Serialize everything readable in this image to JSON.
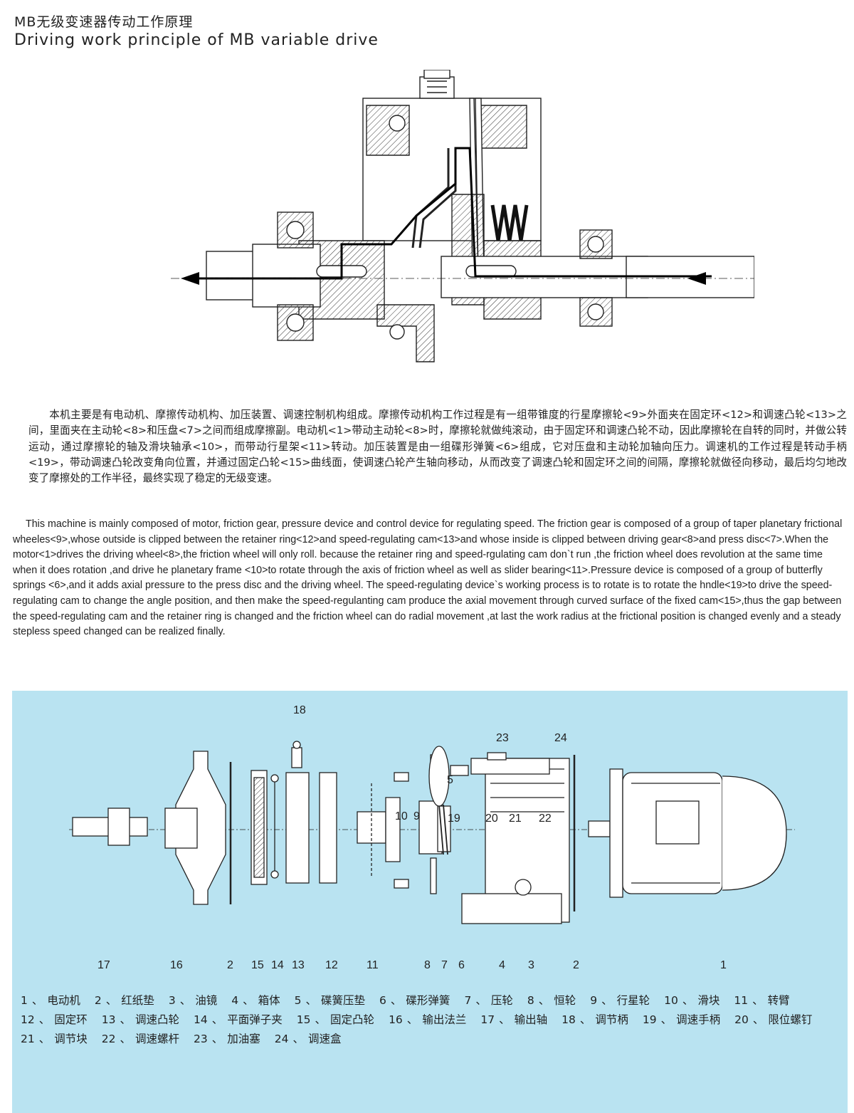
{
  "header": {
    "title_cn": "MB无级变速器传动工作原理",
    "title_en": "Driving work principle of MB variable drive"
  },
  "paragraph_cn": "本机主要是有电动机、摩擦传动机构、加压装置、调速控制机构组成。摩擦传动机构工作过程是有一组带锥度的行星摩擦轮<9>外面夹在固定环<12>和调速凸轮<13>之间，里面夹在主动轮<8>和压盘<7>之间而组成摩擦副。电动机<1>带动主动轮<8>时，摩擦轮就做纯滚动，由于固定环和调速凸轮不动，因此摩擦轮在自转的同时，并做公转运动，通过摩擦轮的轴及滑块轴承<10>，而带动行星架<11>转动。加压装置是由一组碟形弹簧<6>组成，它对压盘和主动轮加轴向压力。调速机的工作过程是转动手柄<19>，带动调速凸轮改变角向位置，并通过固定凸轮<15>曲线面，使调速凸轮产生轴向移动，从而改变了调速凸轮和固定环之间的间隔，摩擦轮就做径向移动，最后均匀地改变了摩擦处的工作半径，最终实现了稳定的无级变速。",
  "paragraph_en": "This machine is mainly composed of motor, friction gear, pressure device and control device for regulating speed. The friction gear is composed of a group of taper planetary frictional wheeles<9>,whose outside is clipped between the retainer ring<12>and speed-regulating cam<13>and whose inside is clipped between driving gear<8>and press disc<7>.When the motor<1>drives the driving wheel<8>,the friction wheel will only roll. because the retainer ring and speed-rgulating cam don`t run ,the friction wheel does revolution at the same time when it does rotation ,and drive he planetary frame <10>to rotate through the axis of friction wheel as well as slider bearing<11>.Pressure device is composed of a group of butterfly springs <6>,and it adds axial pressure to the press disc and the driving wheel. The speed-regulating device`s working process is to rotate is to rotate the hndle<19>to drive the speed-regulating cam to change the angle position, and then make the speed-regulanting cam produce the axial movement through curved surface of the fixed cam<15>,thus the gap between the speed-regulating cam and the retainer ring is changed and the friction wheel can do radial movement ,at last the work radius at the frictional position is changed evenly and a steady stepless speed changed can be realized finally.",
  "diagram_labels": [
    "17",
    "16",
    "2",
    "15",
    "14",
    "13",
    "12",
    "11",
    "8",
    "7",
    "6",
    "4",
    "3",
    "2",
    "1",
    "18",
    "10",
    "9",
    "5",
    "19",
    "20",
    "21",
    "22",
    "23",
    "24"
  ],
  "legend": [
    {
      "num": "1",
      "name": "电动机"
    },
    {
      "num": "2",
      "name": "红纸垫"
    },
    {
      "num": "3",
      "name": "油镜"
    },
    {
      "num": "4",
      "name": "箱体"
    },
    {
      "num": "5",
      "name": "碟簧压垫"
    },
    {
      "num": "6",
      "name": "碟形弹簧"
    },
    {
      "num": "7",
      "name": "压轮"
    },
    {
      "num": "8",
      "name": "恒轮"
    },
    {
      "num": "9",
      "name": "行星轮"
    },
    {
      "num": "10",
      "name": "滑块"
    },
    {
      "num": "11",
      "name": "转臂"
    },
    {
      "num": "12",
      "name": "固定环"
    },
    {
      "num": "13",
      "name": "调速凸轮"
    },
    {
      "num": "14",
      "name": "平面弹子夹"
    },
    {
      "num": "15",
      "name": "固定凸轮"
    },
    {
      "num": "16",
      "name": "输出法兰"
    },
    {
      "num": "17",
      "name": "输出轴"
    },
    {
      "num": "18",
      "name": "调节柄"
    },
    {
      "num": "19",
      "name": "调速手柄"
    },
    {
      "num": "20",
      "name": "限位螺钉"
    },
    {
      "num": "21",
      "name": "调节块"
    },
    {
      "num": "22",
      "name": "调速螺杆"
    },
    {
      "num": "23",
      "name": "加油塞"
    },
    {
      "num": "24",
      "name": "调速盒"
    }
  ],
  "legend_separator": "、",
  "colors": {
    "panel_bg": "#b9e3f1",
    "line": "#222222"
  }
}
